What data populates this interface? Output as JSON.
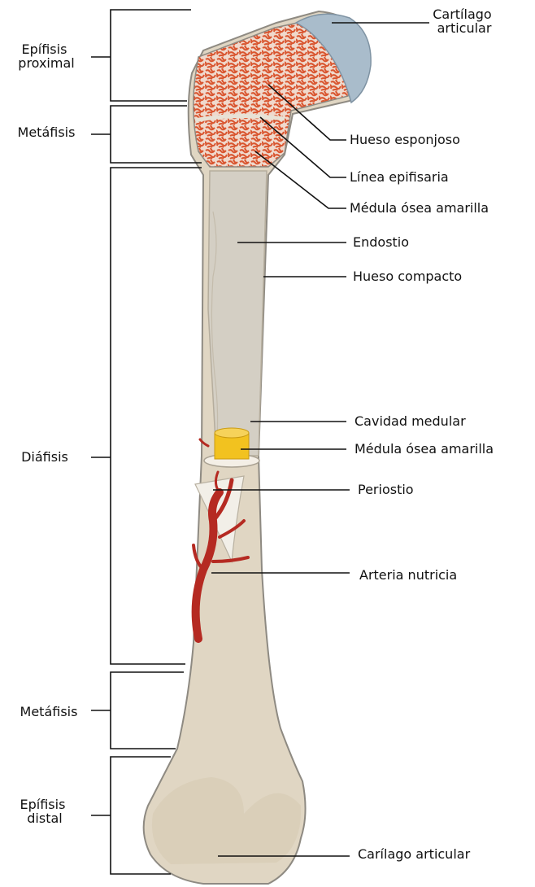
{
  "diagram": {
    "region_labels": {
      "proximal_epiphysis": [
        "Epífisis",
        "proximal"
      ],
      "proximal_metaphysis": [
        "Metáfisis"
      ],
      "diaphysis": [
        "Diáfisis"
      ],
      "distal_metaphysis": [
        "Metáfisis"
      ],
      "distal_epiphysis": [
        "Epífisis",
        "distal"
      ]
    },
    "part_labels": {
      "articular_cartilage_top": [
        "Cartílago",
        "articular"
      ],
      "spongy_bone": "Hueso esponjoso",
      "epiphyseal_line": "Línea epifisaria",
      "yellow_marrow_top": "Médula ósea amarilla",
      "endosteum": "Endostio",
      "compact_bone": "Hueso compacto",
      "medullary_cavity": "Cavidad medular",
      "yellow_marrow_plug": "Médula ósea amarilla",
      "periosteum": "Periostio",
      "nutrient_artery": "Arteria nutricia",
      "articular_cartilage_bottom": "Carílago articular"
    },
    "colors": {
      "bone_outer": "#e0d6c3",
      "bone_cut": "#d4cfc4",
      "spongy_red": "#d9552f",
      "cartilage": "#a9bccb",
      "marrow_yellow": "#f2c21f",
      "artery": "#b52a22",
      "outline": "#8e8a82"
    }
  }
}
